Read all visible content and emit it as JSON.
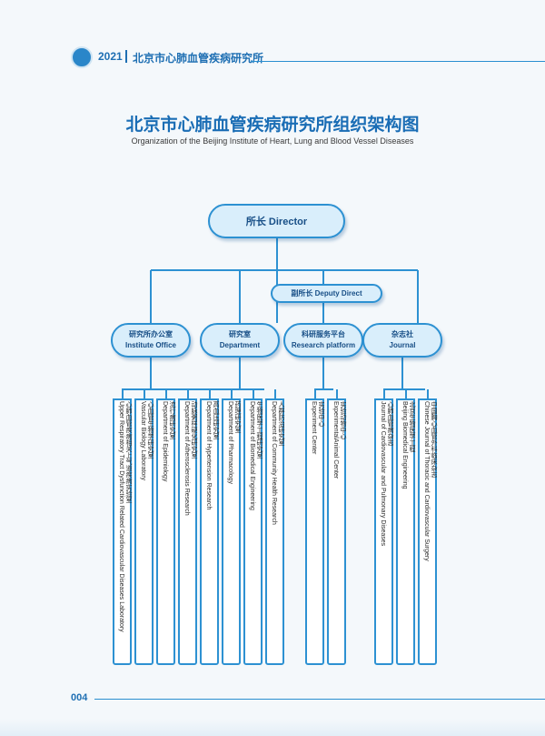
{
  "header": {
    "year": "2021",
    "institute": "北京市心肺血管疾病研究所"
  },
  "page_title": "北京市心肺血管疾病研究所组织架构图",
  "page_subtitle": "Organization of the Beijing Institute of Heart, Lung and Blood Vessel Diseases",
  "director": {
    "label": "所长  Director"
  },
  "deputy": {
    "label": "副所长  Deputy Direct"
  },
  "divisions": [
    {
      "zh": "研究所办公室",
      "en": "Institute Office"
    },
    {
      "zh": "研究室",
      "en": "Department"
    },
    {
      "zh": "科研服务平台",
      "en": "Research platform"
    },
    {
      "zh": "杂志社",
      "en": "Journal"
    }
  ],
  "units": [
    {
      "division": 0,
      "text": "心肺血管疾病相关上气道疾病实验室\nUpper Respiratory Tract Dysfunction Related Cardiovascular Diseases Laboratory"
    },
    {
      "division": 0,
      "text": "心血管生物学研究室\nVascular Biology Laboratory"
    },
    {
      "division": 1,
      "text": "流行病研究室\nDepartment of Epidemiology"
    },
    {
      "division": 1,
      "text": "动脉粥样硬化研究室\nDepartment of Atherosclerosis Research"
    },
    {
      "division": 1,
      "text": "高血压研究室\nDepartment of Hypertension Research"
    },
    {
      "division": 1,
      "text": "药理研究室\nDepartment of Pharmacology"
    },
    {
      "division": 1,
      "text": "生物医学工程研究室\nDepartment of Biomedical Engineering"
    },
    {
      "division": 1,
      "text": "人群防治研究室\nDepartment of Community Health Research"
    },
    {
      "division": 2,
      "text": "实验中心\nExperiment Center"
    },
    {
      "division": 2,
      "text": "实验动物中心\nExperimentalAnimal Center"
    },
    {
      "division": 3,
      "text": "心肺血管病杂志\nJournal of Cardiovascular and Pulmonary Diseases"
    },
    {
      "division": 3,
      "text": "北京生物医学工程\nBeijing Biomedical Engineering"
    },
    {
      "division": 3,
      "text": "中国胸心血管外科临床杂志\nChinese Journal of Thoracic and Cardiovascular Surgery"
    }
  ],
  "footer": {
    "page_number": "004"
  },
  "colors": {
    "accent": "#1e6fb3",
    "node_fill": "#d9eefb",
    "node_border": "#2d91d2"
  }
}
